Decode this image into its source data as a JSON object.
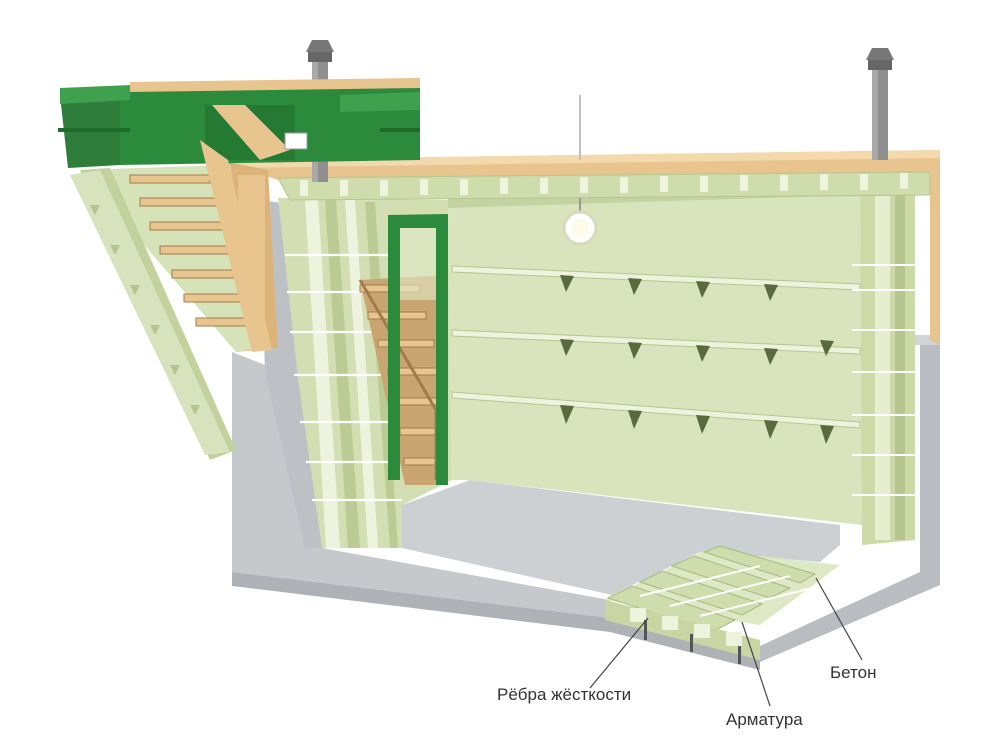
{
  "labels": {
    "ribs": "Рёбра жёсткости",
    "rebar": "Арматура",
    "concrete": "Бетон"
  },
  "colors": {
    "plastic_light": "#e3edcb",
    "plastic_mid": "#cfdcab",
    "plastic_dark": "#b6c58f",
    "concrete": "#c6c9cc",
    "concrete_dark": "#a9adb1",
    "wood": "#e8c48e",
    "hatch_green": "#2c8a3c",
    "pipe": "#8f8f8f"
  }
}
